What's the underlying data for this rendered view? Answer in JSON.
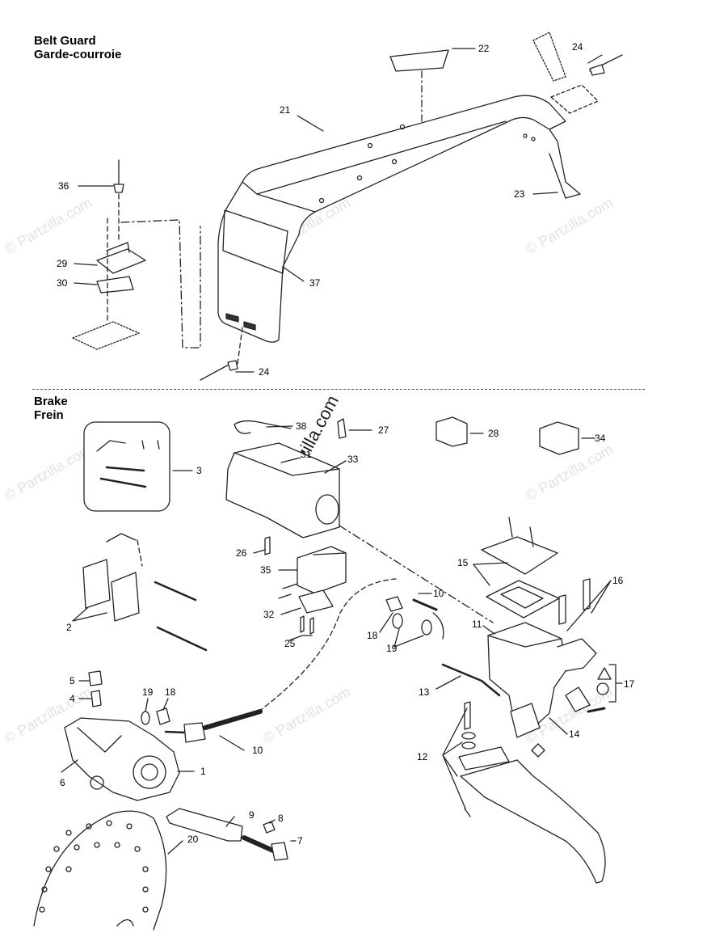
{
  "sections": {
    "belt_guard": {
      "title": "Belt Guard",
      "subtitle": "Garde-courroie"
    },
    "brake": {
      "title": "Brake",
      "subtitle": "Frein"
    }
  },
  "callouts": {
    "c22": "22",
    "c24a": "24",
    "c21": "21",
    "c23": "23",
    "c36": "36",
    "c29": "29",
    "c30": "30",
    "c37": "37",
    "c24b": "24",
    "c38": "38",
    "c27": "27",
    "c28": "28",
    "c34": "34",
    "c31": "31",
    "c33": "33",
    "c3": "3",
    "c26": "26",
    "c35": "35",
    "c32": "32",
    "c25": "25",
    "c2": "2",
    "c15": "15",
    "c16": "16",
    "c10a": "10",
    "c18a": "18",
    "c19a": "19",
    "c11": "11",
    "c13": "13",
    "c17": "17",
    "c14": "14",
    "c12": "12",
    "c5": "5",
    "c4": "4",
    "c19b": "19",
    "c18b": "18",
    "c10b": "10",
    "c1": "1",
    "c6": "6",
    "c9": "9",
    "c8": "8",
    "c7": "7",
    "c20": "20"
  },
  "watermark": {
    "text": "© Partzilla.com"
  },
  "colors": {
    "line": "#222222",
    "watermark": "#e2e2e2"
  }
}
